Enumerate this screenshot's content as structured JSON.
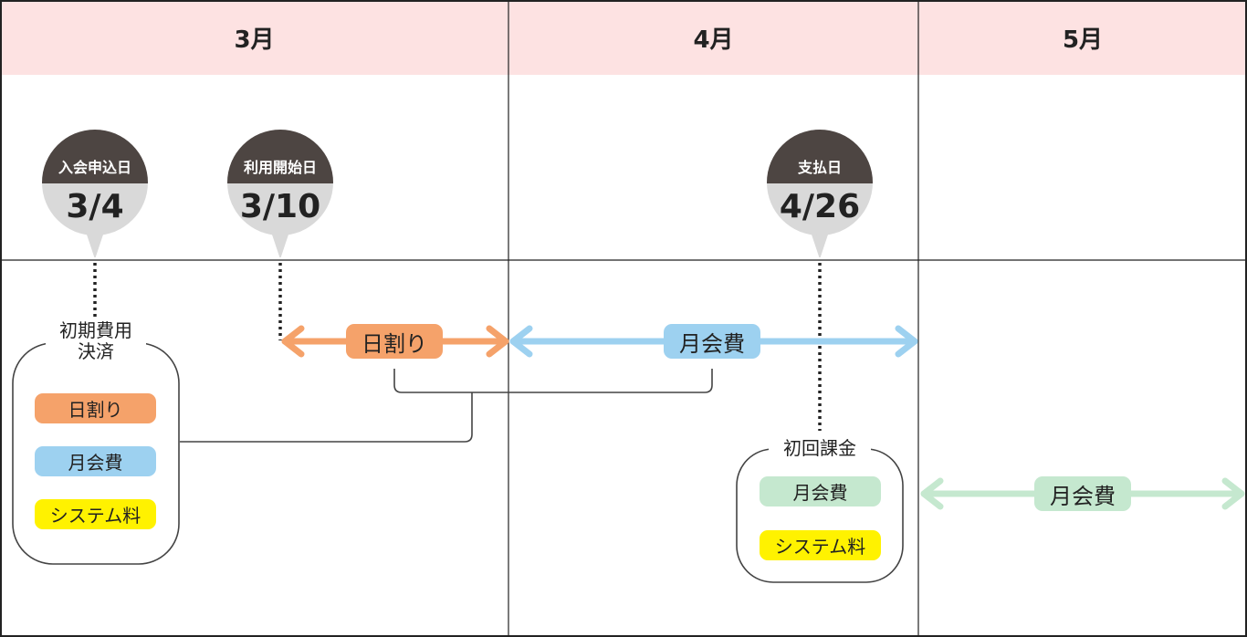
{
  "months": [
    "3月",
    "4月",
    "5月"
  ],
  "pins": [
    {
      "label": "入会申込日",
      "date": "3/4"
    },
    {
      "label": "利用開始日",
      "date": "3/10"
    },
    {
      "label": "支払日",
      "date": "4/26"
    }
  ],
  "arrows": {
    "daily": "日割り",
    "monthly_april": "月会費",
    "monthly_may": "月会費"
  },
  "initial_payment": {
    "title": "初期費用\n決済",
    "items": [
      "日割り",
      "月会費",
      "システム料"
    ]
  },
  "first_billing": {
    "title": "初回課金",
    "items": [
      "月会費",
      "システム料"
    ]
  },
  "colors": {
    "header_bg": "#fde2e2",
    "pin_top": "#4d4542",
    "pin_bottom": "#d9d9d9",
    "orange": "#f5a26a",
    "blue": "#9dd1f0",
    "green": "#c5e8cf",
    "yellow": "#fff200"
  }
}
